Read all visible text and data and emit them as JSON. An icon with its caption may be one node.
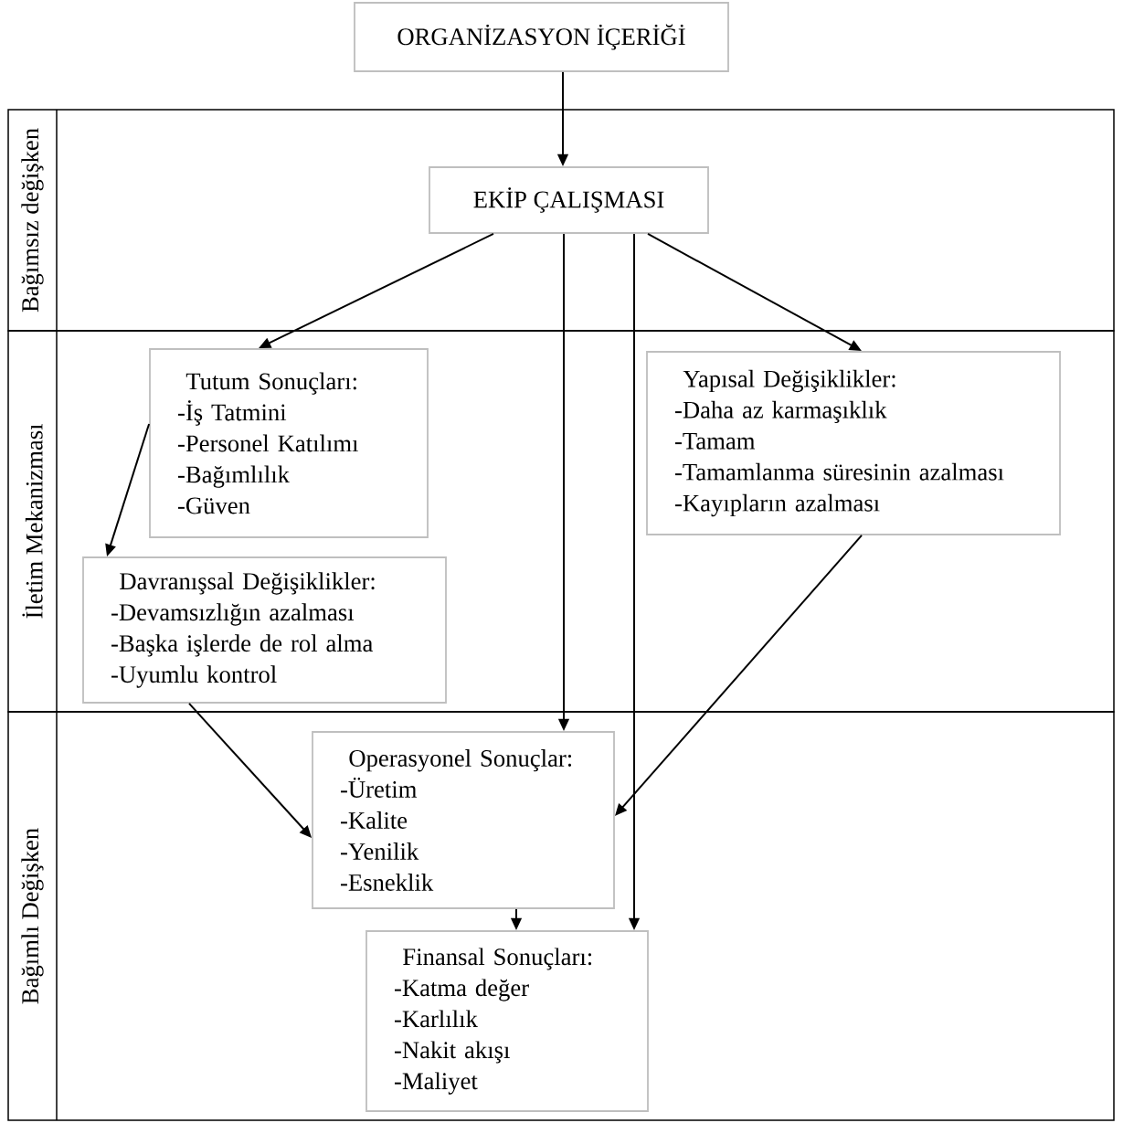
{
  "diagram": {
    "nodes": [
      {
        "text": [
          "ORGANİZASYON İÇERİĞİ"
        ]
      },
      {
        "text": [
          "Bağımsız değişken"
        ]
      },
      {
        "text": [
          "EKİP ÇALIŞMASI"
        ],
        "in": 1
      },
      {
        "text": [
          "İletim Mekanizması"
        ]
      },
      {
        "text": [
          "Tutum Sonuçları:",
          "-İş Tatmini",
          "-Personel Katılımı",
          "-Bağımlılık",
          "-Güven"
        ],
        "in": 3
      },
      {
        "text": [
          "Davranışsal Değişiklikler:",
          "-Devamsızlığın azalması",
          "-Başka işlerde de rol alma",
          "-Uyumlu kontrol"
        ],
        "in": 3
      },
      {
        "text": [
          "Yapısal Değişiklikler:",
          "-Daha az karmaşıklık",
          "-Tamam",
          "-Tamamlanma süresinin azalması",
          "-Kayıpların azalması"
        ],
        "in": 3
      },
      {
        "text": [
          "Bağımlı Değişken"
        ]
      },
      {
        "text": [
          "Operasyonel Sonuçlar:",
          "-Üretim",
          "-Kalite",
          "-Yenilik",
          "-Esneklik"
        ],
        "in": 7
      },
      {
        "text": [
          "Finansal Sonuçları:",
          "-Katma değer",
          "-Karlılık",
          "-Nakit akışı",
          "-Maliyet"
        ],
        "in": 7
      }
    ],
    "edges": [
      {
        "from": 0,
        "to": 2,
        "arrow": "to"
      },
      {
        "from": 2,
        "to": 4,
        "arrow": "to"
      },
      {
        "from": 2,
        "to": 6,
        "arrow": "to"
      },
      {
        "from": 2,
        "to": 8,
        "arrow": "to"
      },
      {
        "from": 2,
        "to": 9,
        "arrow": "to"
      },
      {
        "from": 4,
        "to": 5,
        "arrow": "to"
      },
      {
        "from": 5,
        "to": 8,
        "arrow": "to"
      },
      {
        "from": 6,
        "to": 8,
        "arrow": "to"
      },
      {
        "from": 8,
        "to": 9,
        "arrow": "to"
      }
    ]
  }
}
